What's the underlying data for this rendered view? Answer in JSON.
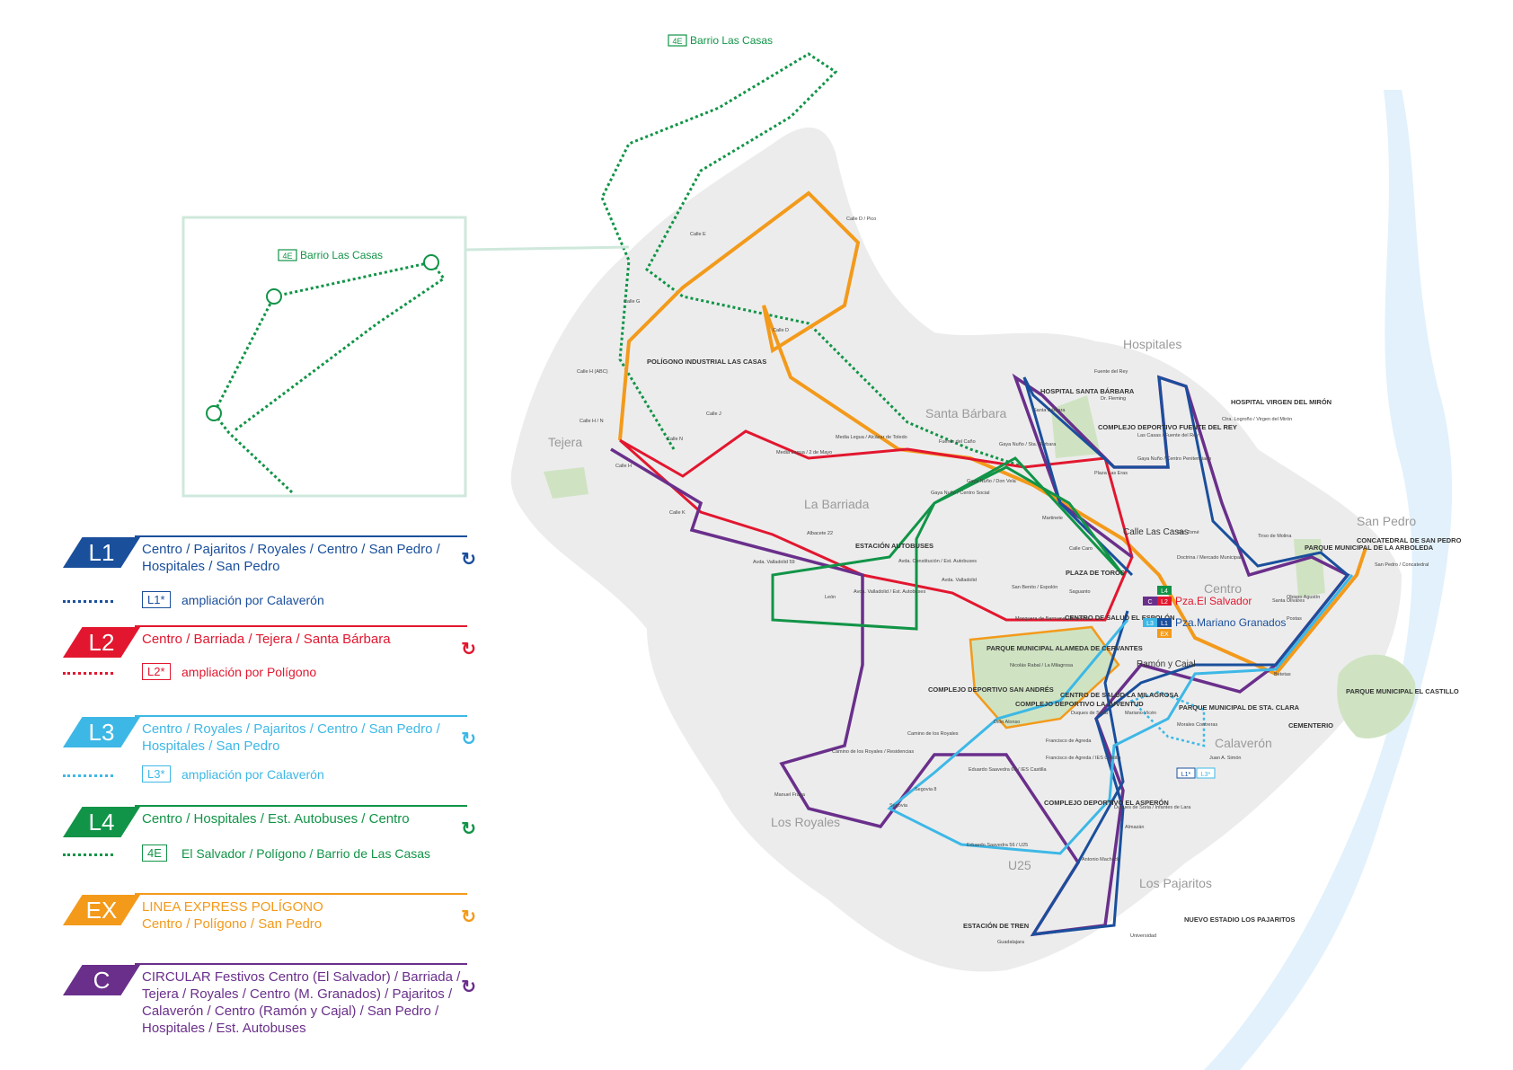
{
  "colors": {
    "L1": "#1a4f9c",
    "L2": "#e2172f",
    "L3": "#3db8e6",
    "L4": "#119447",
    "EX": "#f39a1b",
    "C": "#6a2f8b",
    "land": "#ececec",
    "park": "#cfe3c2",
    "river": "#e2f1fb"
  },
  "legend": [
    {
      "code": "L1",
      "lines": [
        "Centro / Pajaritos / Royales / Centro / San Pedro /",
        "Hospitales / San Pedro"
      ],
      "sub_code": "L1*",
      "sub_text": "ampliación por Calaverón"
    },
    {
      "code": "L2",
      "lines": [
        "Centro / Barriada / Tejera / Santa Bárbara"
      ],
      "sub_code": "L2*",
      "sub_text": "ampliación por Polígono"
    },
    {
      "code": "L3",
      "lines": [
        "Centro / Royales / Pajaritos / Centro / San Pedro /",
        " Hospitales / San Pedro"
      ],
      "sub_code": "L3*",
      "sub_text": "ampliación por Calaverón"
    },
    {
      "code": "L4",
      "lines": [
        "Centro / Hospitales / Est. Autobuses / Centro"
      ],
      "sub_code": "4E",
      "sub_text": "El Salvador / Polígono / Barrio de Las Casas"
    },
    {
      "code": "EX",
      "lines": [
        "LINEA EXPRESS POLÍGONO",
        "Centro / Polígono / San Pedro"
      ]
    },
    {
      "code": "C",
      "lines": [
        "CIRCULAR Festivos Centro (El Salvador) / Barriada /",
        "Tejera / Royales / Centro (M. Granados) / Pajaritos /",
        "Calaverón / Centro (Ramón y Cajal) / San Pedro /",
        "Hospitales / Est. Autobuses"
      ]
    }
  ],
  "inset": {
    "code": "4E",
    "label": "Barrio Las Casas"
  },
  "top_label": {
    "code": "4E",
    "label": "Barrio Las Casas"
  },
  "neighborhoods": [
    "Hospitales",
    "Santa Bárbara",
    "Tejera",
    "La Barriada",
    "San Pedro",
    "Centro",
    "Calaverón",
    "Los Royales",
    "U25",
    "Los Pajaritos"
  ],
  "hubs": {
    "salvador": {
      "codes": [
        "L4",
        "C",
        "L2"
      ],
      "name": "Pza.El Salvador"
    },
    "granados": {
      "codes": [
        "L3",
        "L1",
        "EX"
      ],
      "name": "Pza.Mariano Granados"
    }
  },
  "places": [
    "HOSPITAL SANTA BÁRBARA",
    "HOSPITAL VIRGEN DEL MIRÓN",
    "COMPLEJO DEPORTIVO FUENTE DEL REY",
    "POLÍGONO INDUSTRIAL LAS CASAS",
    "ESTACIÓN AUTOBUSES",
    "PLAZA DE TOROS",
    "CENTRO DE SALUD EL ESPOLÓN",
    "PARQUE MUNICIPAL ALAMEDA DE CERVANTES",
    "COMPLEJO DEPORTIVO SAN ANDRÉS",
    "COMPLEJO DEPORTIVO LA JUVENTUD",
    "CENTRO DE SALUD LA MILAGROSA",
    "PARQUE MUNICIPAL DE STA. CLARA",
    "PARQUE MUNICIPAL DE LA ARBOLEDA",
    "PARQUE MUNICIPAL EL CASTILLO",
    "CONCATEDRAL DE SAN PEDRO",
    "CEMENTERIO",
    "COMPLEJO DEPORTIVO EL ASPERÓN",
    "ESTACIÓN DE TREN",
    "NUEVO ESTADIO LOS PAJARITOS",
    "Ramón y Cajal",
    "Calle Las Casas"
  ],
  "stops": [
    "Calle D / Pico",
    "Calle E",
    "Calle G",
    "Calle D",
    "Calle H (ABC)",
    "Calle H / N",
    "Calle H",
    "Calle N",
    "Calle J",
    "Calle K",
    "Media Legua / 2 de Mayo",
    "Media Legua / Alcázar de Toledo",
    "Fuente del Caño",
    "Gaya Nuño / Sta. Bárbara",
    "Gaya Nuño / Don Vela",
    "Gaya Nuño / Centro Social",
    "Martinete",
    "Fuente del Rey",
    "Dr. Fleming",
    "Santa Bárbara",
    "Las Casas / Fuente del Rey",
    "Gaya Nuño / Centro Penitenciario",
    "Plaza Las Eras",
    "Calle Caro",
    "Ctra. Logroño / Virgen del Mirón",
    "Sto. Tomé",
    "Tirso de Molina",
    "San Pedro / Concatedral",
    "Obispo Agustín",
    "Doctrina / Mercado Municipal",
    "Santa Olivares",
    "Postas",
    "Betetas",
    "Albacete 22",
    "Avda. Valladolid 59",
    "Avda. Constitución / Est. Autobuses",
    "Avda. Valladolid",
    "Avda. Valladolid / Est. Autobuses",
    "León",
    "San Benito / Espolón",
    "Saguanto",
    "Mosquera de Barnuevo / Espolón",
    "Nicolás Rabal / La Milagrosa",
    "Duques de Soria",
    "Mariano Vicén",
    "Morales Contreras",
    "Juan A. Simón",
    "Camino de los Royales",
    "Camino de los Royales / Residencias",
    "Manuel Fraga",
    "Segovia",
    "Segovia 8",
    "Eduardo Saavedra 60 / IES Castilla",
    "Francisco de Agreda",
    "Francisco de Agreda / IES Castilla",
    "Eduardo Saavedra 56 / U25",
    "Duques de Soria / Infantes de Lara",
    "Almazán",
    "Antonio Machado",
    "Universidad",
    "Guadalajara",
    "Dión Alonso"
  ],
  "l1_l3_ext": [
    "L1*",
    "L3*"
  ]
}
